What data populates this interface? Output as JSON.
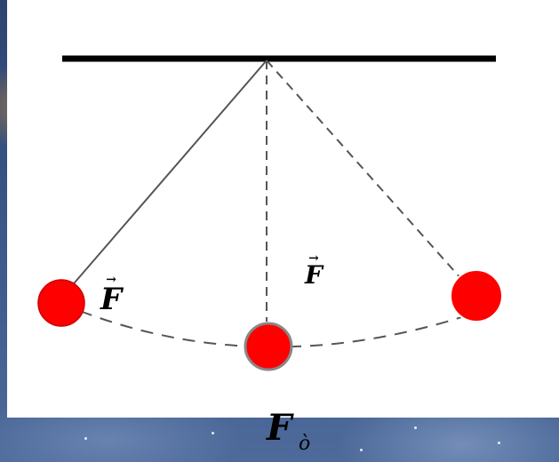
{
  "labels": {
    "force_left": "F",
    "force_center": "F",
    "caption_main": "F",
    "caption_sub": "ò"
  },
  "colors": {
    "bob": "#ff0000",
    "bar": "#000000",
    "string": "#555555"
  }
}
